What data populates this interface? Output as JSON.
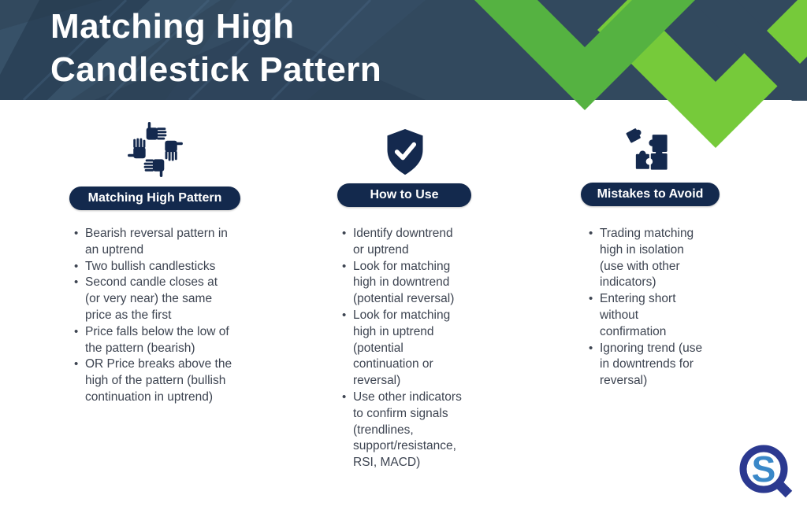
{
  "header": {
    "title_line1": "Matching High",
    "title_line2": "Candlestick Pattern"
  },
  "columns": [
    {
      "icon": "team-hands-icon",
      "pill": "Matching High Pattern",
      "bullets": [
        "Bearish reversal pattern in\nan uptrend",
        "Two bullish candlesticks",
        "Second candle closes at\n(or very near) the same\nprice as the first",
        "Price falls below the low of\nthe pattern (bearish)",
        "OR Price breaks above the\nhigh of the pattern (bullish\ncontinuation in uptrend)"
      ]
    },
    {
      "icon": "shield-check-icon",
      "pill": "How to Use",
      "bullets": [
        "Identify downtrend\nor uptrend",
        "Look for matching\nhigh in downtrend\n(potential reversal)",
        "Look for matching\nhigh in uptrend\n(potential\ncontinuation or\nreversal)",
        "Use other indicators\nto confirm signals\n(trendlines,\nsupport/resistance,\nRSI, MACD)"
      ]
    },
    {
      "icon": "puzzle-mistake-icon",
      "pill": "Mistakes to Avoid",
      "bullets": [
        "Trading matching\nhigh in isolation\n(use with other\nindicators)",
        "Entering short\nwithout\nconfirmation",
        "Ignoring trend (use\nin downtrends for\nreversal)"
      ]
    }
  ],
  "bullet_glyph": "•",
  "logo": {
    "letter": "S"
  },
  "colors": {
    "header_bg": "#32495e",
    "pill_bg": "#13294d",
    "icon_navy": "#14294e",
    "check_green_left": "#55b241",
    "check_green_right": "#76ca3a",
    "text_color": "#3d4451",
    "logo_ring": "#2b3990",
    "logo_s": "#3a88c8"
  }
}
